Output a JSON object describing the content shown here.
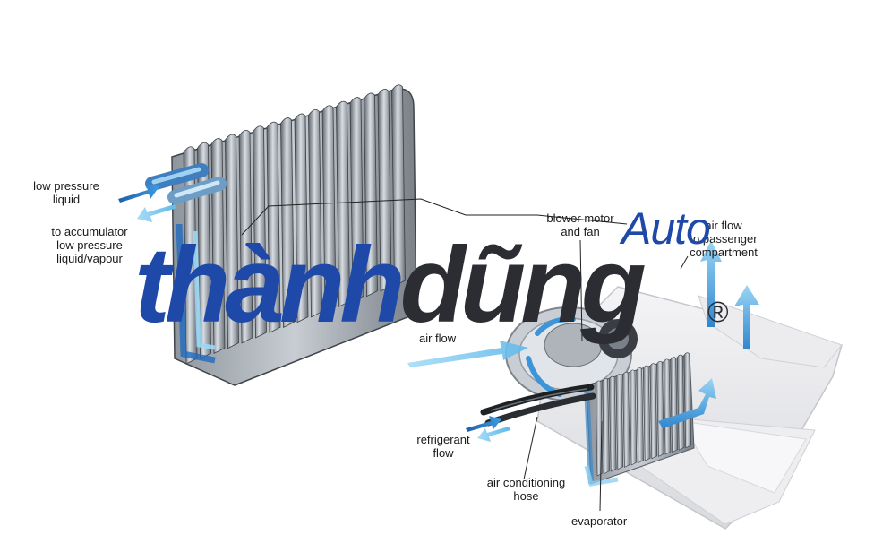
{
  "labels": {
    "low_pressure_liquid": [
      "low pressure",
      "liquid"
    ],
    "to_accumulator": [
      "to accumulator",
      "low pressure",
      "liquid/vapour"
    ],
    "blower_motor": [
      "blower motor",
      "and fan"
    ],
    "air_flow_passenger": [
      "air flow",
      "to passenger",
      "compartment"
    ],
    "air_flow": "air flow",
    "refrigerant_flow": [
      "refrigerant",
      "flow"
    ],
    "ac_hose": [
      "air conditioning",
      "hose"
    ],
    "evaporator": "evaporator"
  },
  "watermark": {
    "text": "thànhdũng",
    "text_part1": "thành",
    "text_part2": "dũng",
    "brand_suffix": "Auto",
    "registered_mark": "®",
    "color_blue": "#1f49a8",
    "color_dark": "#2b2d33"
  },
  "colors": {
    "fin_silver": "#b8c0c8",
    "fin_dark": "#4a5058",
    "refrigerant_blue": "#2a7fc9",
    "refrigerant_light": "#7cc8f0",
    "tray_grey": "#e6e6e8"
  }
}
